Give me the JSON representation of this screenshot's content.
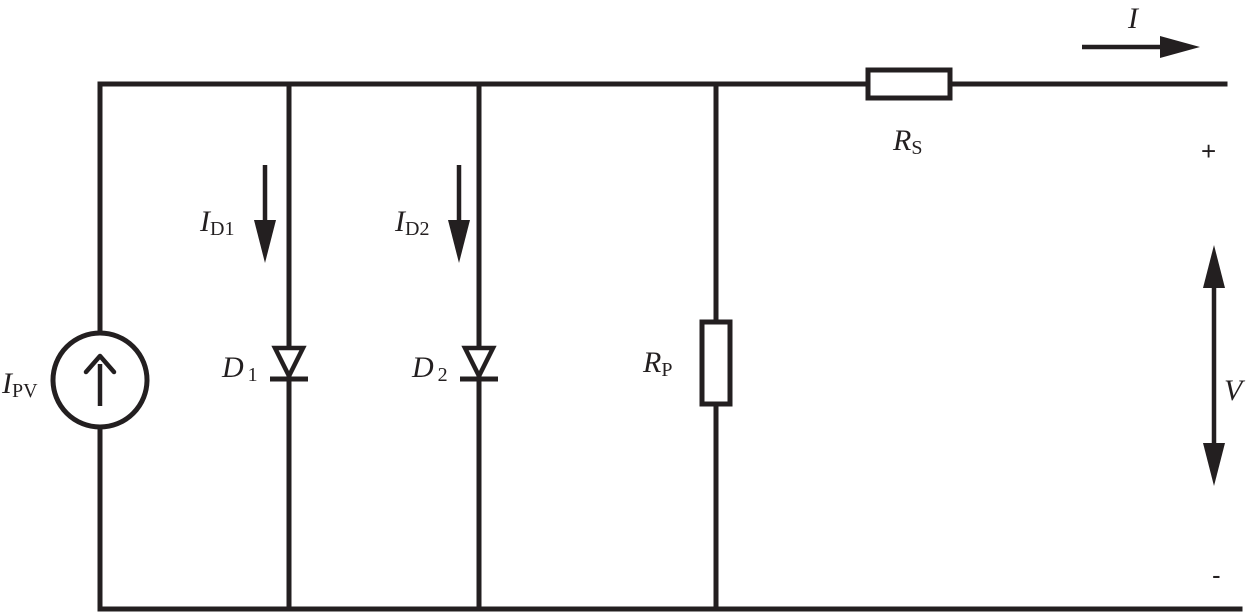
{
  "labels": {
    "current_output": "I",
    "series_resistor": {
      "main": "R",
      "sub": "S"
    },
    "diode1_current": {
      "main": "I",
      "sub": "D1"
    },
    "diode2_current": {
      "main": "I",
      "sub": "D2"
    },
    "diode1": {
      "main": "D",
      "sub": "1"
    },
    "diode2": {
      "main": "D",
      "sub": "2"
    },
    "shunt_resistor": {
      "main": "R",
      "sub": "P"
    },
    "source": {
      "main": "I",
      "sub": "PV"
    },
    "voltage": "V",
    "plus": "+",
    "minus": "-"
  }
}
